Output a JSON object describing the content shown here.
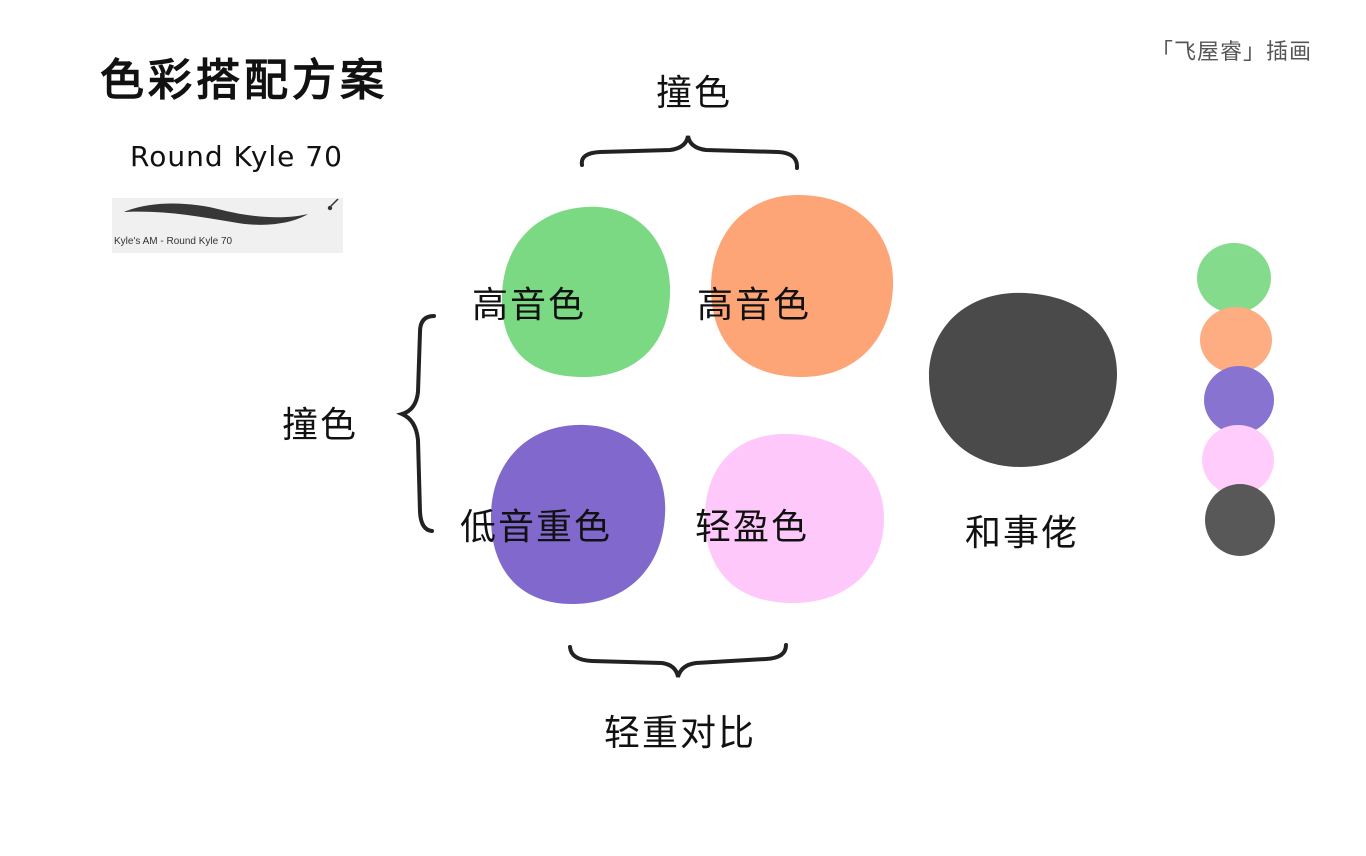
{
  "title": "色彩搭配方案",
  "credit": "「飞屋睿」插画",
  "brush": {
    "name": "Round Kyle 70",
    "caption": "Kyle's AM - Round Kyle 70",
    "icon": "paintbrush-icon"
  },
  "labels": {
    "top_group": "撞色",
    "left_group": "撞色",
    "bottom_group": "轻重对比",
    "green": "高音色",
    "orange": "高音色",
    "purple": "低音重色",
    "pink": "轻盈色",
    "black": "和事佬"
  },
  "colors": {
    "green": "#7ad982",
    "orange": "#fea577",
    "purple": "#8068cd",
    "pink": "#ffc8fb",
    "black": "#4a4a4a"
  }
}
